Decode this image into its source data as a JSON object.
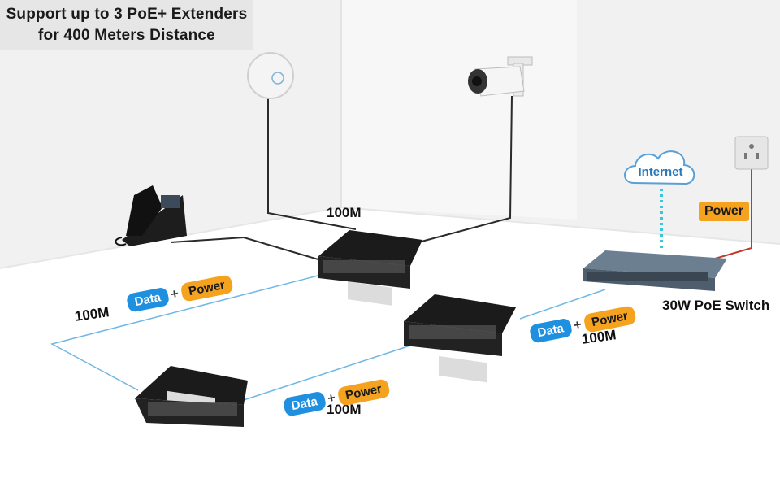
{
  "title": {
    "line1": "Support up to 3 PoE+ Extenders",
    "line2": "for 400 Meters Distance"
  },
  "speed_label_top": "100M",
  "speed_label_left": "100M",
  "speed_label_bottom": "100M",
  "speed_label_right": "100M",
  "badges": {
    "data": "Data",
    "plus": "+",
    "power": "Power"
  },
  "internet_label": "Internet",
  "outlet_power_label": "Power",
  "switch_label": "30W PoE Switch",
  "colors": {
    "data_blue": "#1f8fe0",
    "power_orange": "#f5a21f",
    "cable_blue": "#6fb8e6",
    "power_red": "#c0392b",
    "internet_cyan": "#39c6d8"
  }
}
